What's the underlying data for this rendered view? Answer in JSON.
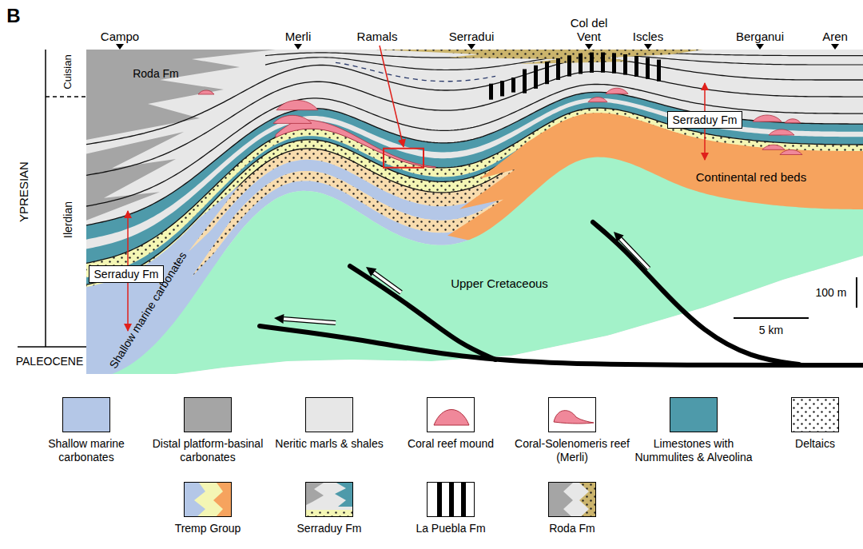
{
  "diagram": {
    "nodes": [
      {
        "text": [
          "Serraduy Fm"
        ]
      },
      {
        "text": [
          "Serraduy Fm"
        ]
      }
    ],
    "labels": [
      "B",
      "Campo",
      "Merli",
      "Ramals",
      "Serradui",
      "Col del Vent",
      "Iscles",
      "Berganui",
      "Aren",
      "Cuisian",
      "YPRESIAN",
      "Ilerdian",
      "PALEOCENE",
      "Roda Fm",
      "Shallow marine carbonates",
      "Continental red beds",
      "Upper Cretaceous",
      "100 m",
      "5 km"
    ],
    "legend": [
      {
        "text": "Shallow marine carbonates",
        "color": "#b4c7e7"
      },
      {
        "text": "Distal platform-basinal carbonates",
        "color": "#a5a5a5"
      },
      {
        "text": "Neritic marls & shales",
        "color": "#e7e7e7"
      },
      {
        "text": "Coral reef mound"
      },
      {
        "text": "Coral-Solenomeris reef (Merli)"
      },
      {
        "text": "Limestones with Nummulites & Alveolina",
        "color": "#4e9aaa"
      },
      {
        "text": "Deltaics"
      },
      {
        "text": "Tremp Group"
      },
      {
        "text": "Serraduy Fm"
      },
      {
        "text": "La Puebla Fm"
      },
      {
        "text": "Roda Fm"
      }
    ]
  }
}
